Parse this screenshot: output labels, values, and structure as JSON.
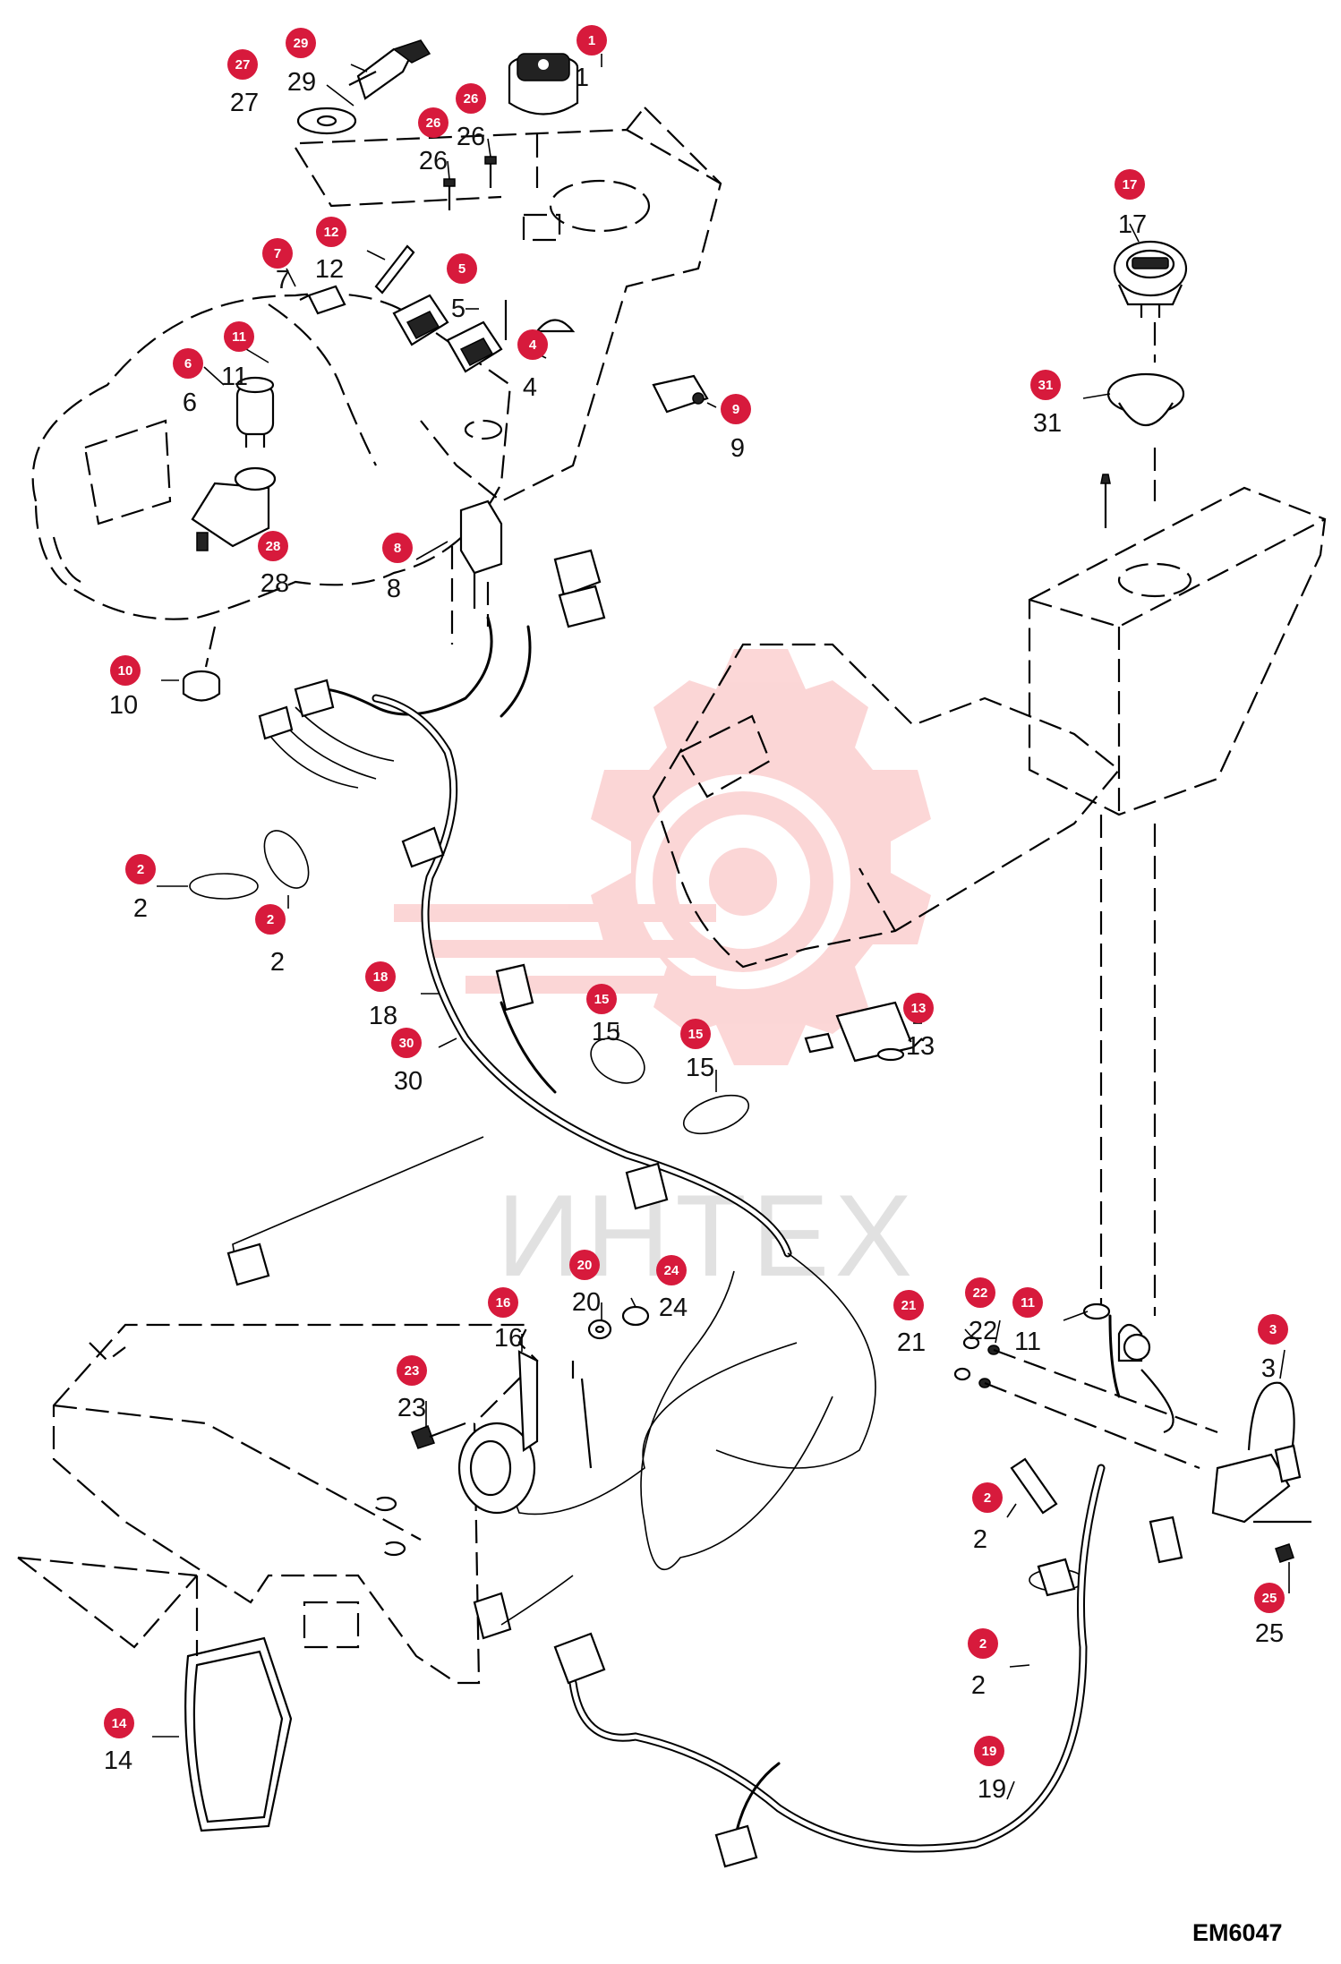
{
  "diagram": {
    "reference_code": "EM6047",
    "watermark_text": "ИНТЕХ",
    "badge_color": "#d71a3c",
    "watermark_color": "#f04b4b",
    "callouts": [
      {
        "id": "c1",
        "badge": "1",
        "label": "1"
      },
      {
        "id": "c2a",
        "badge": "2",
        "label": "2"
      },
      {
        "id": "c2b",
        "badge": "2",
        "label": "2"
      },
      {
        "id": "c2c",
        "badge": "2",
        "label": "2"
      },
      {
        "id": "c2d",
        "badge": "2",
        "label": "2"
      },
      {
        "id": "c3",
        "badge": "3",
        "label": "3"
      },
      {
        "id": "c4",
        "badge": "4",
        "label": "4"
      },
      {
        "id": "c5",
        "badge": "5",
        "label": "5"
      },
      {
        "id": "c6",
        "badge": "6",
        "label": "6"
      },
      {
        "id": "c7",
        "badge": "7",
        "label": "7"
      },
      {
        "id": "c8",
        "badge": "8",
        "label": "8"
      },
      {
        "id": "c9",
        "badge": "9",
        "label": "9"
      },
      {
        "id": "c10",
        "badge": "10",
        "label": "10"
      },
      {
        "id": "c11a",
        "badge": "11",
        "label": "11"
      },
      {
        "id": "c11b",
        "badge": "11",
        "label": "11"
      },
      {
        "id": "c12",
        "badge": "12",
        "label": "12"
      },
      {
        "id": "c13",
        "badge": "13",
        "label": "13"
      },
      {
        "id": "c14",
        "badge": "14",
        "label": "14"
      },
      {
        "id": "c15a",
        "badge": "15",
        "label": "15"
      },
      {
        "id": "c15b",
        "badge": "15",
        "label": "15"
      },
      {
        "id": "c16",
        "badge": "16",
        "label": "16"
      },
      {
        "id": "c17",
        "badge": "17",
        "label": "17"
      },
      {
        "id": "c18",
        "badge": "18",
        "label": "18"
      },
      {
        "id": "c19",
        "badge": "19",
        "label": "19"
      },
      {
        "id": "c20",
        "badge": "20",
        "label": "20"
      },
      {
        "id": "c21",
        "badge": "21",
        "label": "21"
      },
      {
        "id": "c22",
        "badge": "22",
        "label": "22"
      },
      {
        "id": "c23",
        "badge": "23",
        "label": "23"
      },
      {
        "id": "c24",
        "badge": "24",
        "label": "24"
      },
      {
        "id": "c25",
        "badge": "25",
        "label": "25"
      },
      {
        "id": "c26a",
        "badge": "26",
        "label": "26"
      },
      {
        "id": "c26b",
        "badge": "26",
        "label": "26"
      },
      {
        "id": "c27",
        "badge": "27",
        "label": "27"
      },
      {
        "id": "c28",
        "badge": "28",
        "label": "28"
      },
      {
        "id": "c29",
        "badge": "29",
        "label": "29"
      },
      {
        "id": "c30",
        "badge": "30",
        "label": "30"
      },
      {
        "id": "c31",
        "badge": "31",
        "label": "31"
      }
    ]
  }
}
